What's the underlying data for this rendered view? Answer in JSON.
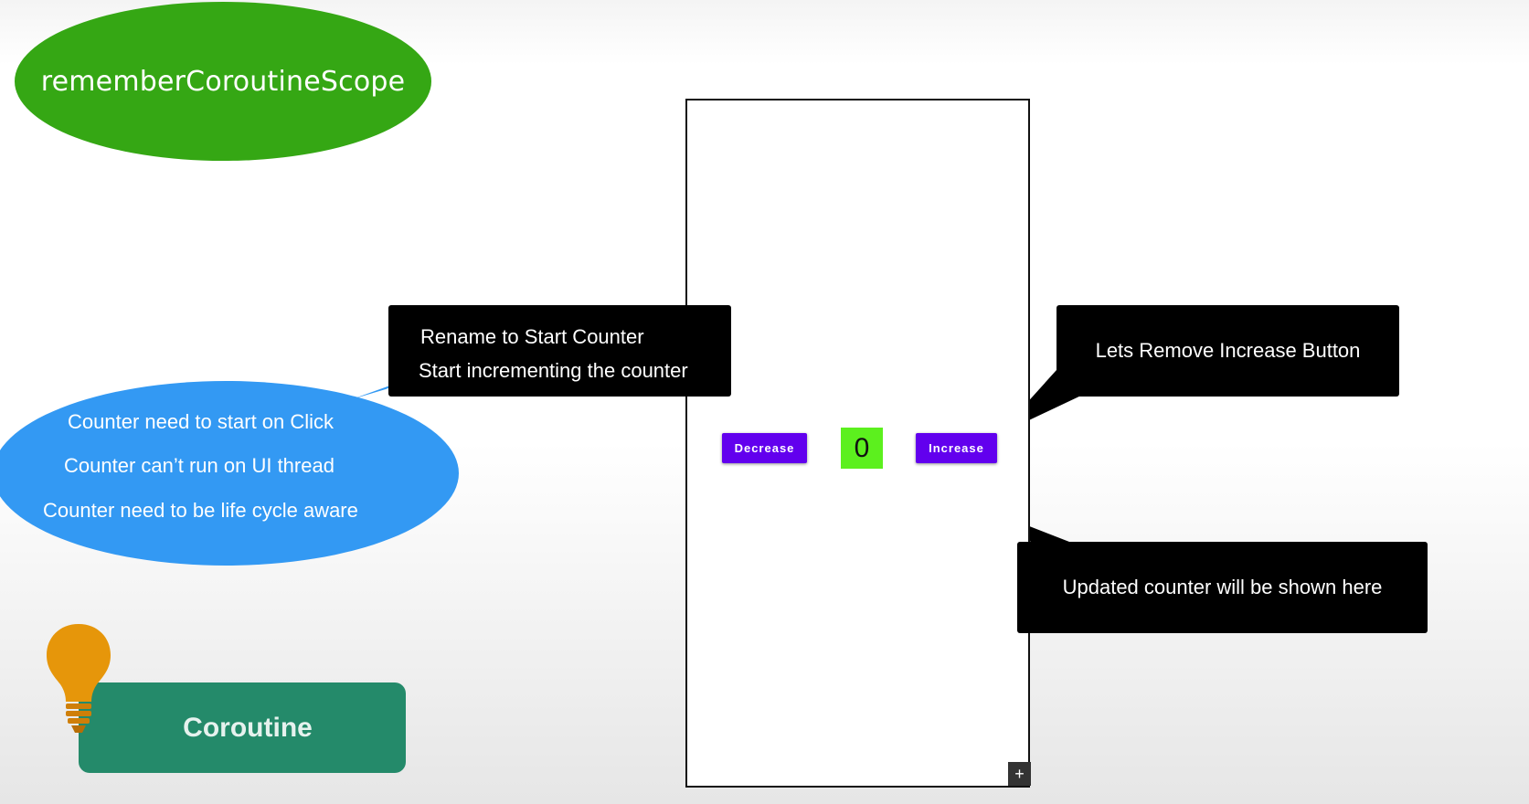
{
  "scope_label": "rememberCoroutineScope",
  "phone": {
    "decrease_label": "Decrease",
    "increase_label": "Increase",
    "counter_value": "0",
    "fab_symbol": "+"
  },
  "callouts": {
    "rename_line1": "Rename to Start Counter",
    "rename_line2": "Start incrementing the counter",
    "remove_increase": "Lets Remove Increase Button",
    "updated_counter": "Updated counter will be shown here"
  },
  "bubble": {
    "line1": "Counter need to start on Click",
    "line2": "Counter can’t run on UI thread",
    "line3": "Counter need to be life cycle aware"
  },
  "badge_label": "Coroutine",
  "icons": {
    "bulb": "lightbulb-icon",
    "fab": "plus-icon"
  },
  "colors": {
    "scope_green": "#35a714",
    "button_purple": "#6200ee",
    "counter_green": "#5cf01e",
    "bubble_blue": "#3399f3",
    "badge_teal": "#248a6a",
    "bulb_orange": "#e6960a",
    "callout_black": "#000000"
  }
}
